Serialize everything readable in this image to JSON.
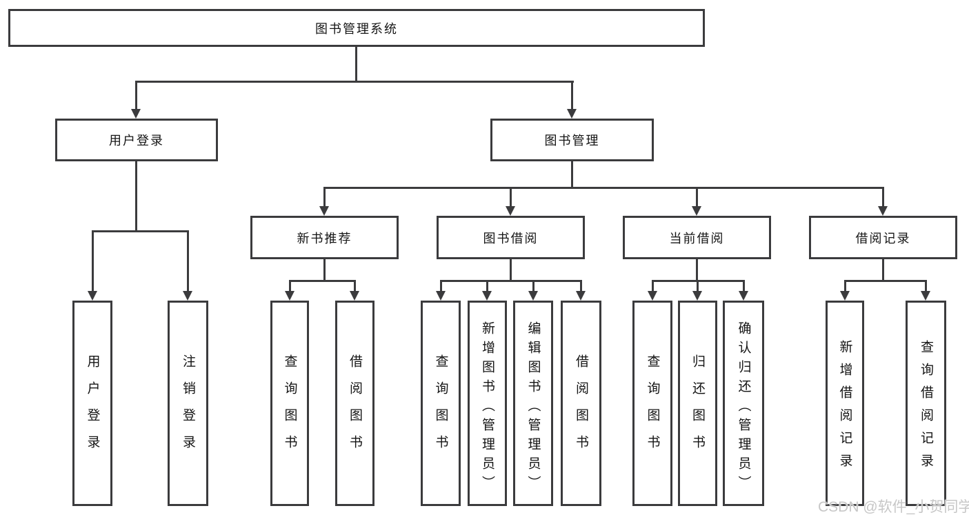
{
  "root": {
    "label": "图书管理系统"
  },
  "level2": {
    "user": {
      "label": "用户登录"
    },
    "book": {
      "label": "图书管理"
    }
  },
  "level3": {
    "recommend": {
      "label": "新书推荐"
    },
    "borrow": {
      "label": "图书借阅"
    },
    "current": {
      "label": "当前借阅"
    },
    "records": {
      "label": "借阅记录"
    }
  },
  "leaves": {
    "user": [
      "用户登录",
      "注销登录"
    ],
    "recommend": [
      "查询图书",
      "借阅图书"
    ],
    "borrow": [
      "查询图书",
      "新增图书（管理员）",
      "编辑图书（管理员）",
      "借阅图书"
    ],
    "current": [
      "查询图书",
      "归还图书",
      "确认归还（管理员）"
    ],
    "records": [
      "新增借阅记录",
      "查询借阅记录"
    ]
  },
  "watermark": "CSDN @软件_小贺同学",
  "colors": {
    "line": "#3b3b3d",
    "text": "#141414",
    "box_background": "#ffffff",
    "watermark": "#c7c7c7",
    "page_background": "#ffffff"
  }
}
